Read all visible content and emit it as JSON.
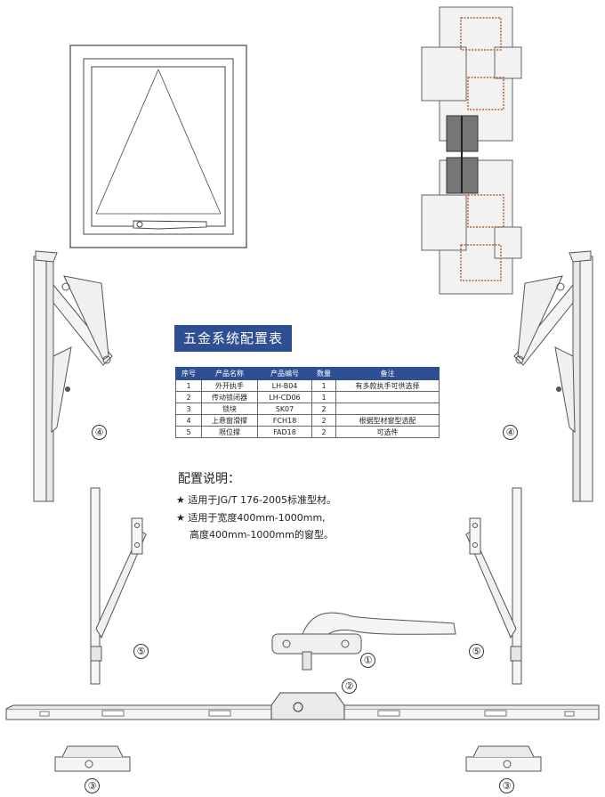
{
  "title": "五金系统配置表",
  "table": {
    "headers": [
      "序号",
      "产品名称",
      "产品编号",
      "数量",
      "备注"
    ],
    "rows": [
      [
        "1",
        "外开执手",
        "LH-B04",
        "1",
        "有多款执手可供选择"
      ],
      [
        "2",
        "传动锁闭器",
        "LH-CD06",
        "1",
        ""
      ],
      [
        "3",
        "锁块",
        "SK07",
        "2",
        ""
      ],
      [
        "4",
        "上悬窗滑撑",
        "FCH18",
        "2",
        "根据型材窗型选配"
      ],
      [
        "5",
        "限位撑",
        "FAD18",
        "2",
        "可选件"
      ]
    ]
  },
  "notes": {
    "title": "配置说明：",
    "items": [
      "★ 适用于JG/T 176-2005标准型材。",
      "★ 适用于宽度400mm-1000mm,",
      "高度400mm-1000mm的窗型。"
    ]
  },
  "labels": {
    "n1": "①",
    "n2": "②",
    "n3": "③",
    "n4": "④",
    "n5": "⑤"
  },
  "colors": {
    "accent": "#2f4f93",
    "gasket": "#b5643a"
  }
}
